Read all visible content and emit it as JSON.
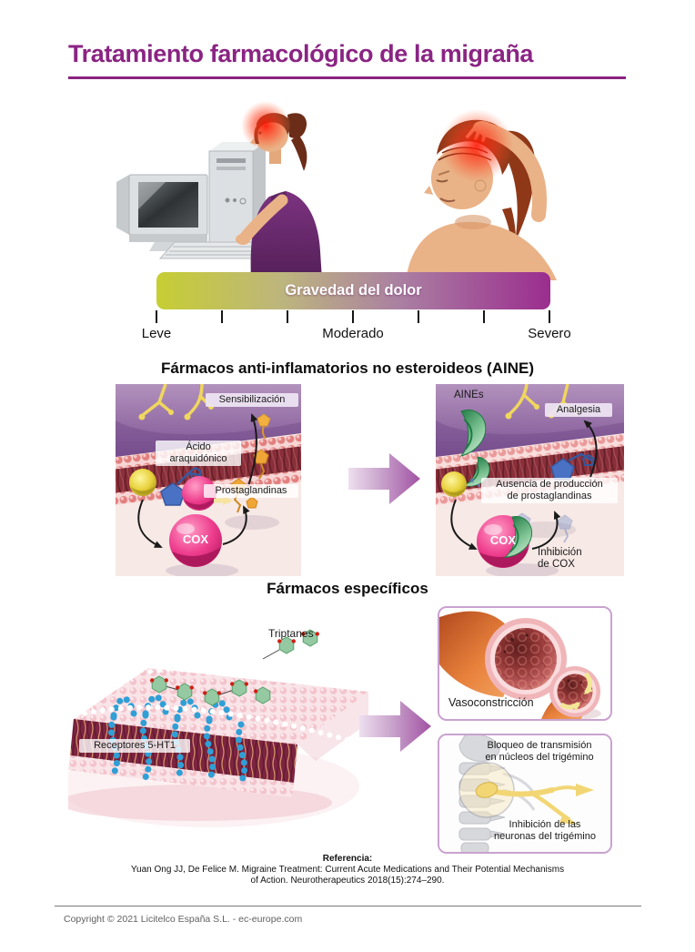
{
  "page": {
    "title": "Tratamiento farmacológico de la migraña"
  },
  "severity_scale": {
    "label": "Gravedad del dolor",
    "tick_labels": [
      "Leve",
      "Moderado",
      "Severo"
    ],
    "gradient_start": "#c6ce33",
    "gradient_end": "#9b2d8e"
  },
  "aine_section": {
    "heading": "Fármacos anti-inflamatorios no esteroideos (AINE)",
    "before_panel": {
      "sensitization": "Sensibilización",
      "arachidonic_acid_line1": "Ácido",
      "arachidonic_acid_line2": "araquidónico",
      "prostaglandins": "Prostaglandinas",
      "cox": "COX"
    },
    "after_panel": {
      "aines": "AINEs",
      "analgesia": "Analgesia",
      "no_prostaglandin_line1": "Ausencia de producción",
      "no_prostaglandin_line2": "de prostaglandinas",
      "cox": "COX",
      "cox_inhibition_line1": "Inhibición",
      "cox_inhibition_line2": "de COX"
    }
  },
  "specific_section": {
    "heading": "Fármacos específicos",
    "triptans_label": "Triptanes",
    "receptors_label": "Receptores 5-HT1",
    "vasoconstriction_label": "Vasoconstricción",
    "trigeminal_block_line1": "Bloqueo de transmisión",
    "trigeminal_block_line2": "en núcleos del trigémino",
    "trigeminal_inhibition_line1": "Inhibición de las",
    "trigeminal_inhibition_line2": "neuronas del trigémino"
  },
  "reference": {
    "heading": "Referencia:",
    "line1": "Yuan Ong JJ, De Felice M.  Migraine Treatment: Current Acute Medications and Their Potential Mechanisms",
    "line2": "of Action. Neurotherapeutics 2018(15):274–290."
  },
  "footer": {
    "copyright": "Copyright © 2021 Licitelco España S.L. - ec-europe.com"
  },
  "colors": {
    "accent": "#8a2483",
    "panel_border": "#c9a2cf"
  }
}
